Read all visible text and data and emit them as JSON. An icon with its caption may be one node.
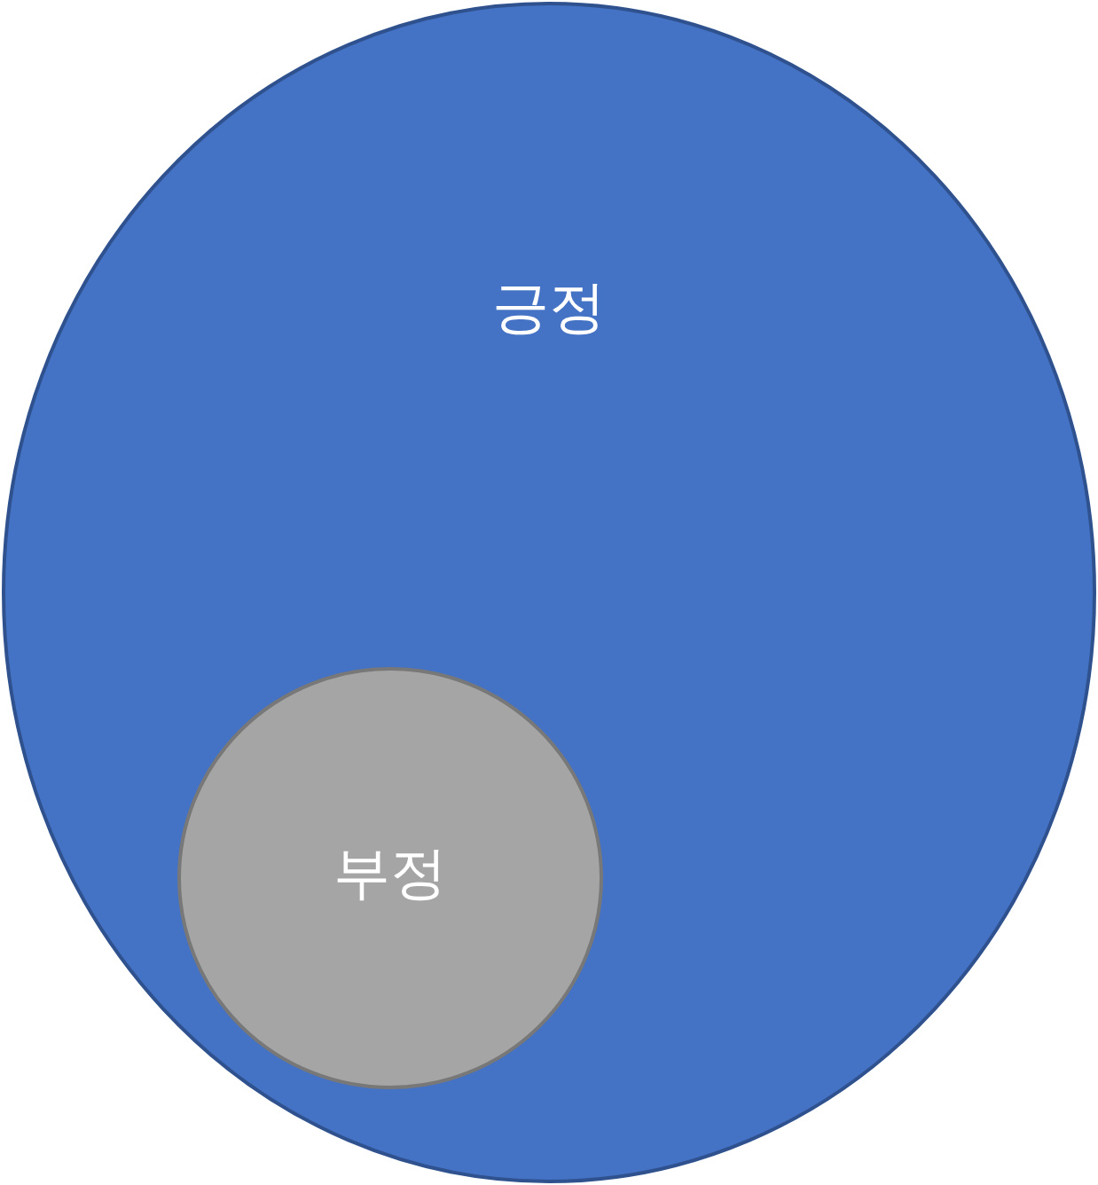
{
  "diagram": {
    "nodes": [
      {
        "text": [
          "긍정"
        ]
      },
      {
        "text": [
          "부정"
        ],
        "in": 0
      }
    ]
  }
}
